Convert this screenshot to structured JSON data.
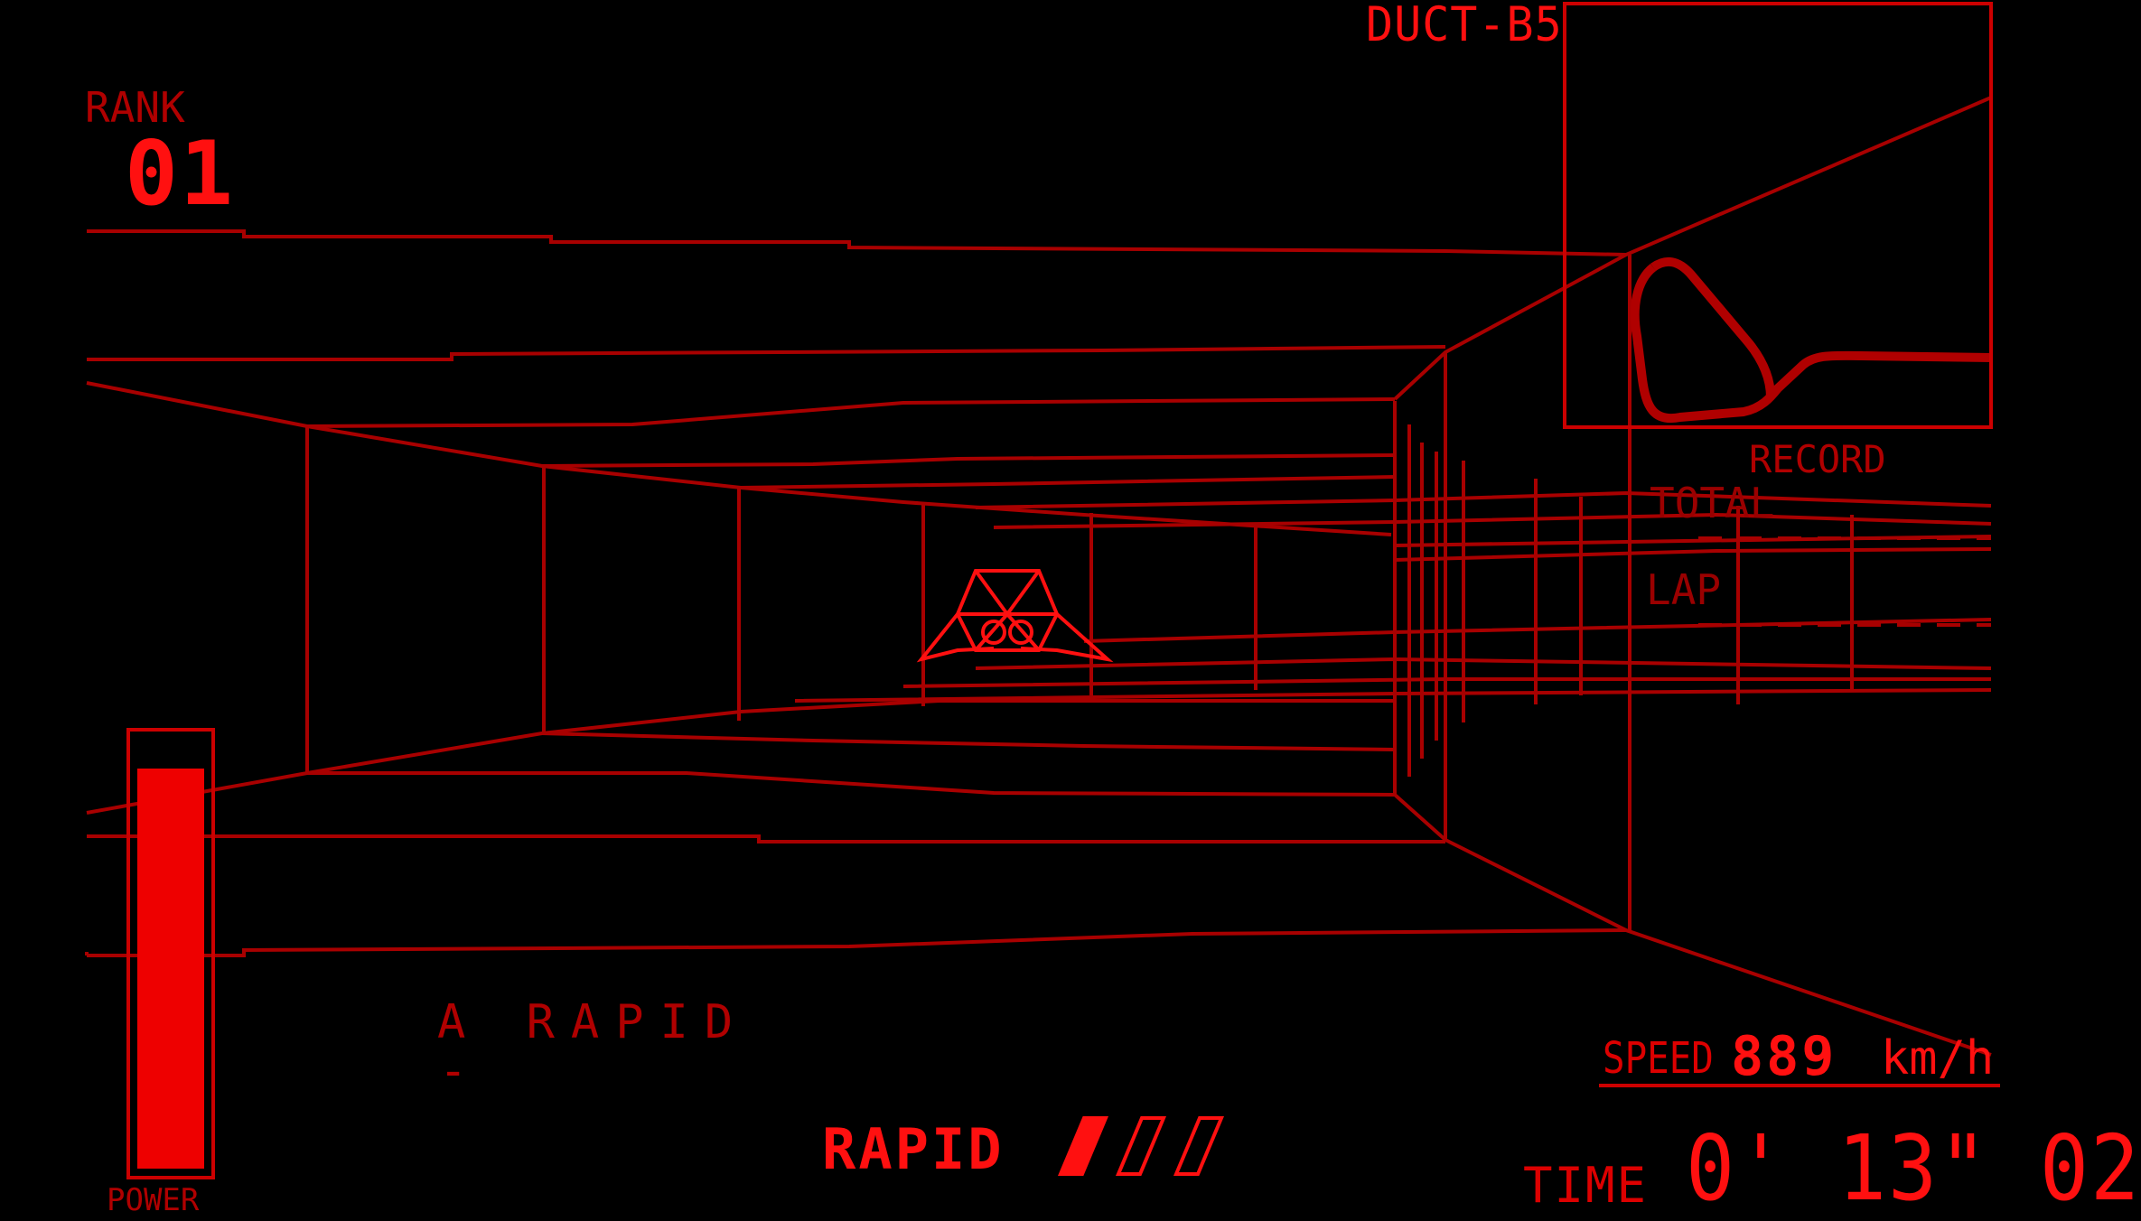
{
  "hud": {
    "track_name": "DUCT-B5",
    "rank_label": "RANK",
    "rank_value": "01",
    "record_label": "RECORD",
    "total_label": "TOTAL",
    "lap_label": "LAP",
    "weapon_text": "A RAPID",
    "weapon_cursor": "-",
    "power_label": "POWER",
    "power_level": 0.93,
    "rapid_label": "RAPID",
    "rapid_slots_total": 3,
    "rapid_slots_filled": 1,
    "speed_label": "SPEED",
    "speed_value": "889",
    "speed_unit": "km/h",
    "time_label": "TIME",
    "time_value": "0' 13\" 02"
  },
  "colors": {
    "background": "#000000",
    "bright_red": "#ff1010",
    "wire_red": "#a80000",
    "dim_red": "#b00000"
  },
  "icons": {
    "player_ship": "wireframe-hover-ship-icon",
    "rapid_slot": "rapid-charge-slot-icon",
    "minimap": "track-minimap-icon"
  }
}
